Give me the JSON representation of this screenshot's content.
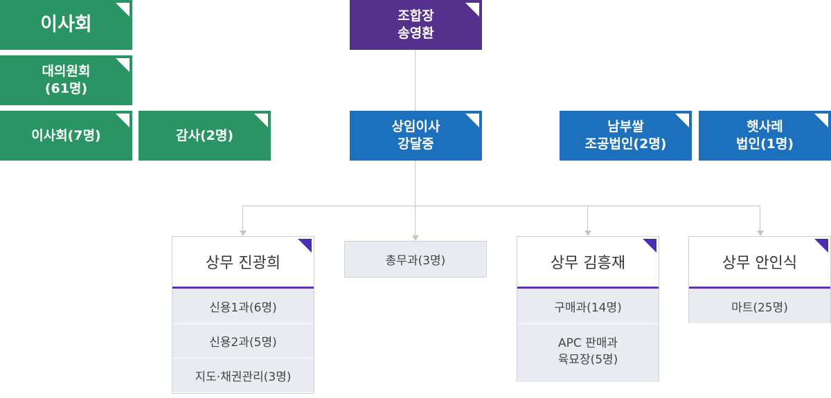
{
  "board": {
    "title": "이사회",
    "committee": [
      "대의원회",
      "(61명)"
    ],
    "directors": "이사회(7명)",
    "auditors": "감사(2명)"
  },
  "president": [
    "조합장",
    "송영환"
  ],
  "executive_director": [
    "상임이사",
    "강달중"
  ],
  "affiliates": [
    [
      "남부쌀",
      "조공법인(2명)"
    ],
    [
      "햇사레",
      "법인(1명)"
    ]
  ],
  "departments": {
    "jin": {
      "title": "상무 진광희",
      "units": [
        "신용1과(6명)",
        "신용2과(5명)",
        "지도·채권관리(3명)"
      ]
    },
    "general_affairs": "총무과(3명)",
    "kim": {
      "title": "상무 김흥재",
      "units": [
        "구매과(14명)"
      ],
      "combined_unit": [
        "APC 판매과",
        "육묘장(5명)"
      ]
    },
    "ahn": {
      "title": "상무 안인식",
      "units": [
        "마트(25명)"
      ]
    }
  },
  "colors": {
    "board_green": "#2a9464",
    "president_purple": "#55308c",
    "executive_blue": "#1d70bb",
    "department_accent": "#5a35b0",
    "unit_background": "#e8ebf0",
    "connector": "#c5c5c5"
  }
}
